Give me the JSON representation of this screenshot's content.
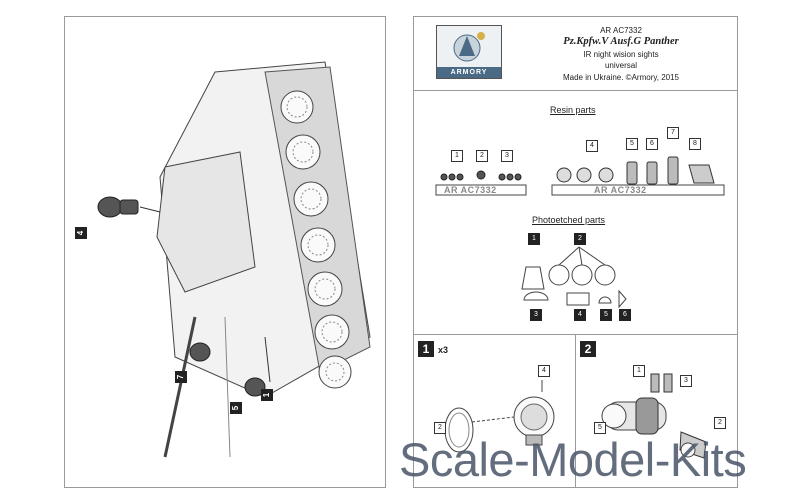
{
  "header": {
    "code": "AR AC7332",
    "title": "Pz.Kpfw.V Ausf.G Panther",
    "subtitle1": "IR night wision sights",
    "subtitle2": "universal",
    "maker": "Made in Ukraine. ©Armory, 2015",
    "logo_text": "ARMORY"
  },
  "resin": {
    "title": "Resin parts",
    "labels": [
      "1",
      "2",
      "3",
      "4",
      "5",
      "6",
      "7",
      "8"
    ],
    "sprue_text_1": "AR AC7332",
    "sprue_text_2": "AR AC7332"
  },
  "photoetched": {
    "title": "Photoetched parts",
    "labels": [
      "1",
      "2",
      "3",
      "4",
      "5",
      "6"
    ]
  },
  "steps": {
    "step1": {
      "number": "1",
      "multiplier": "x3",
      "callouts": [
        "2",
        "4"
      ]
    },
    "step2": {
      "number": "2",
      "callouts": [
        "1",
        "3",
        "5",
        "2"
      ]
    }
  },
  "left_callouts": [
    "4",
    "7",
    "5",
    "1"
  ],
  "watermark": "Scale-Model-Kits",
  "colors": {
    "watermark": "#4a5668",
    "border": "#9a9a9a",
    "logo_band": "#4a6a86"
  }
}
